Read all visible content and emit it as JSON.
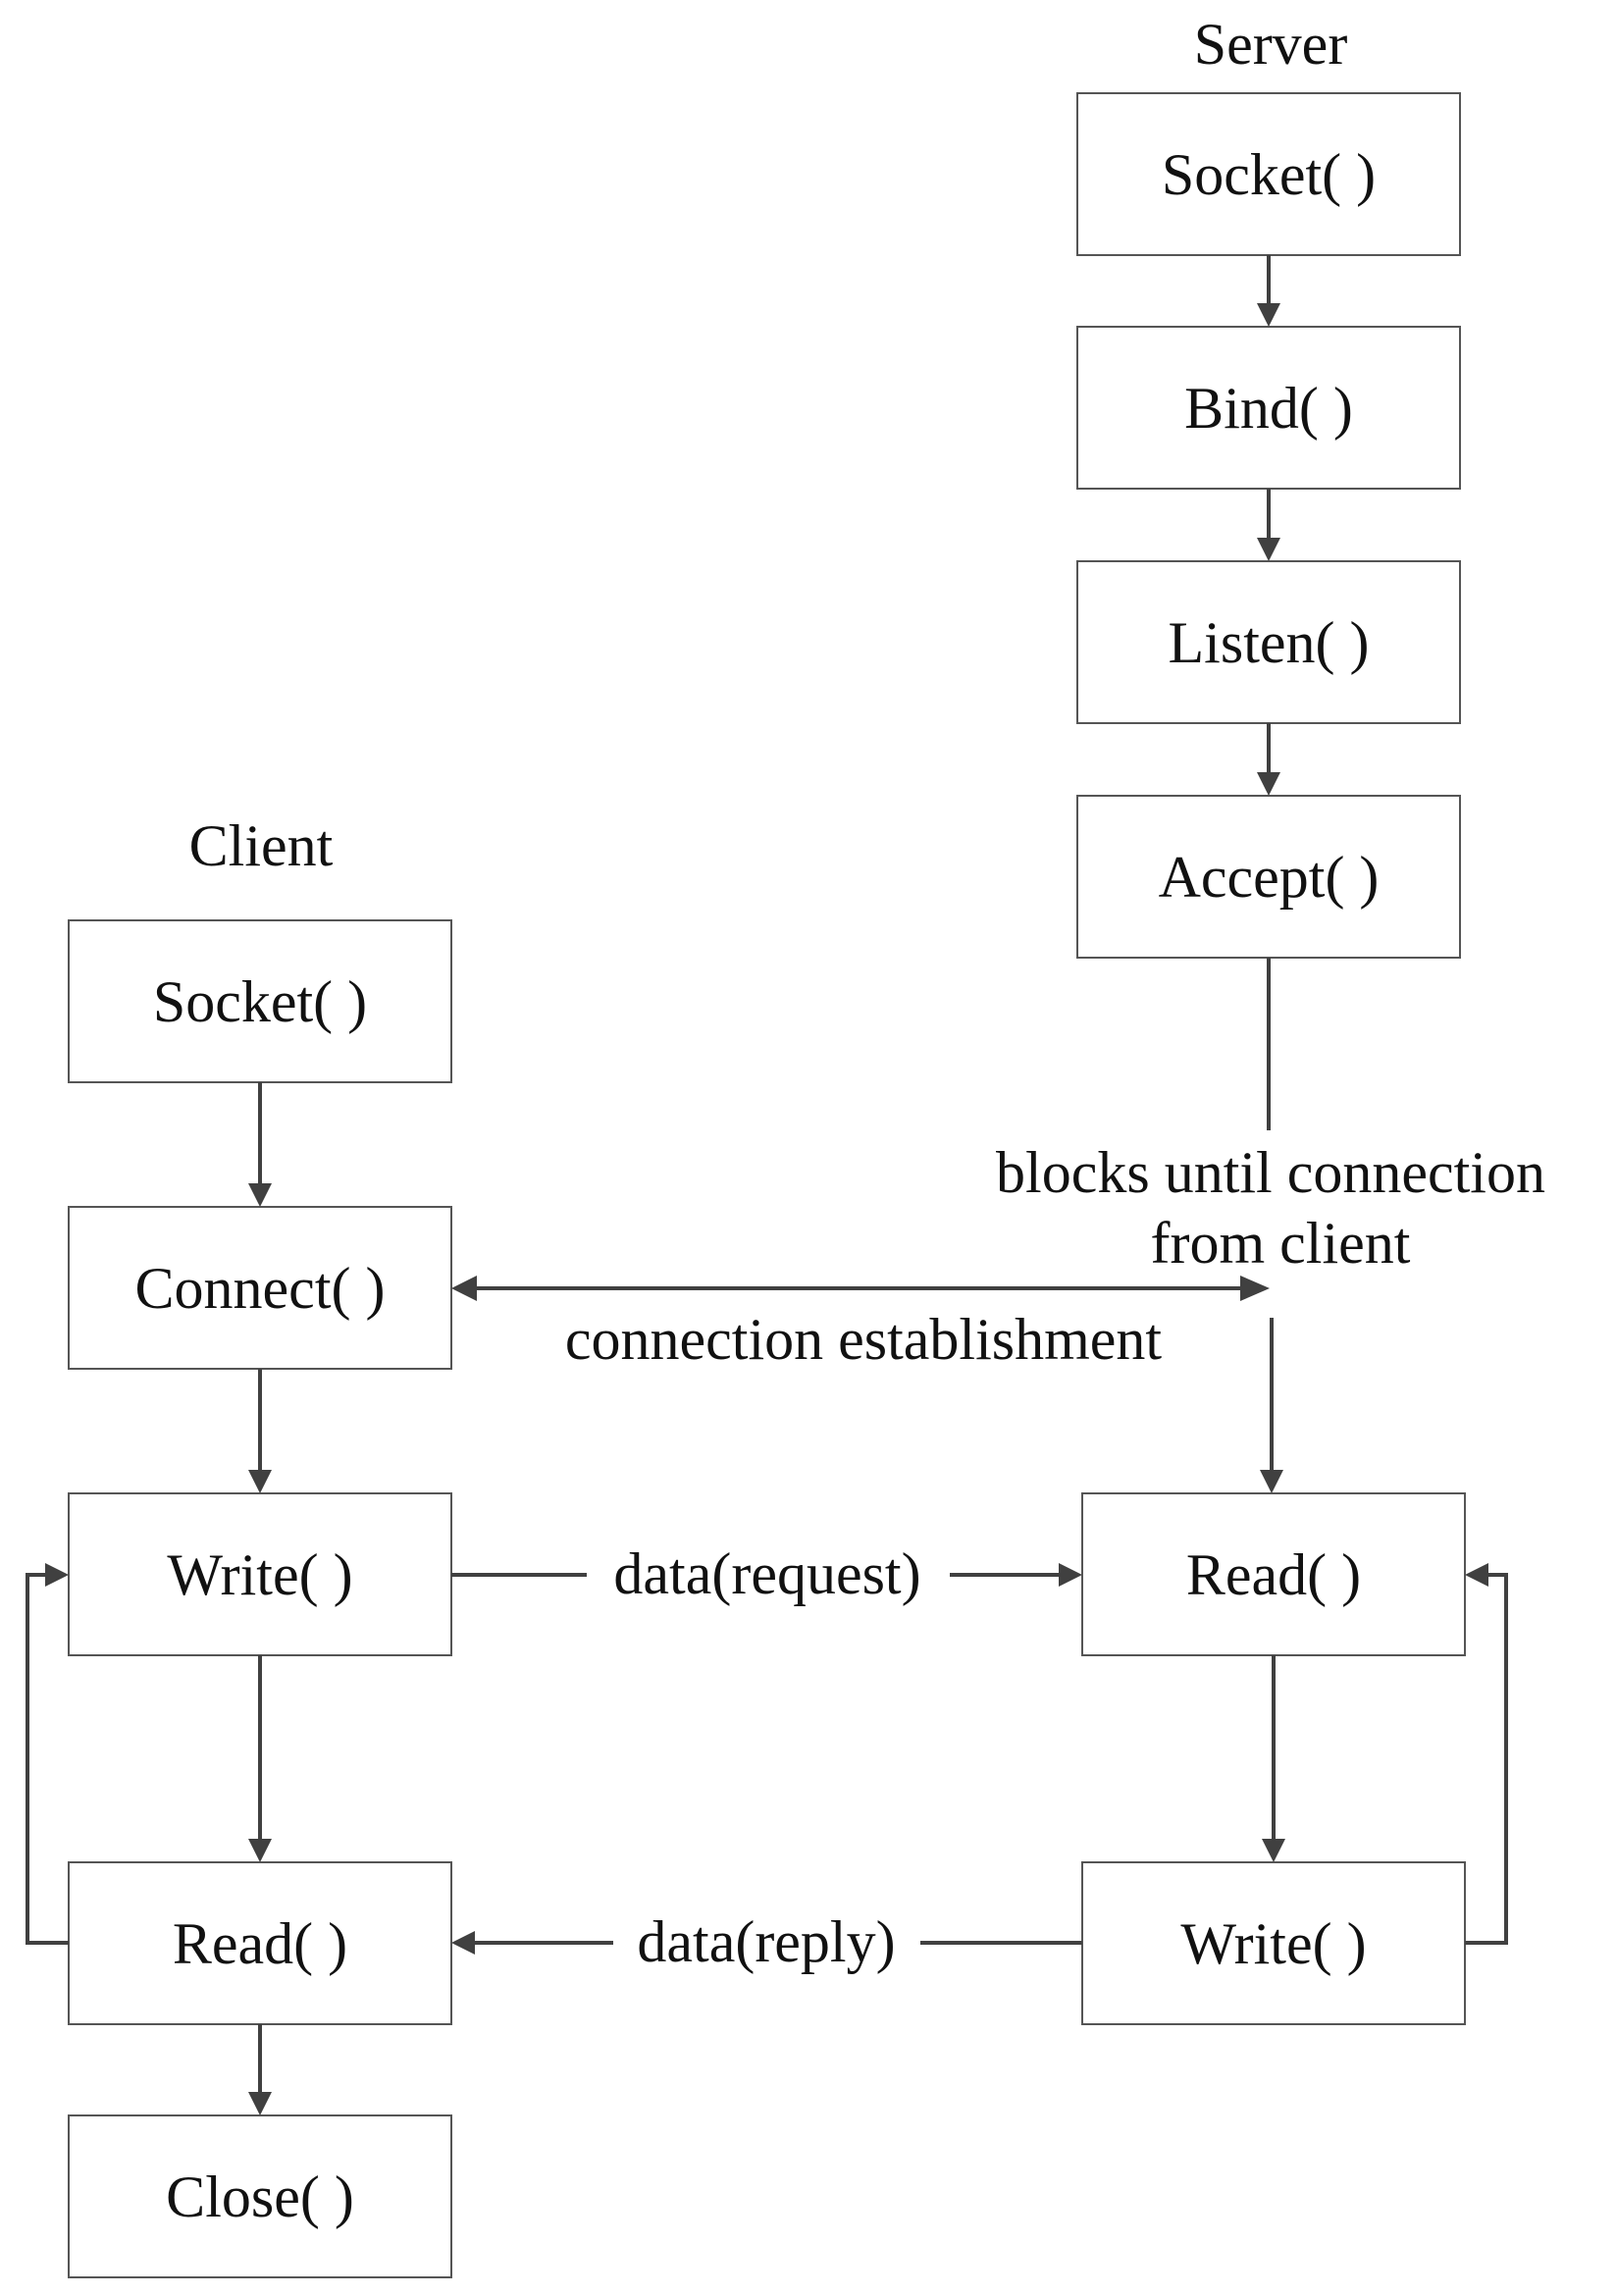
{
  "headers": {
    "server": "Server",
    "client": "Client"
  },
  "server": {
    "socket": "Socket( )",
    "bind": "Bind( )",
    "listen": "Listen( )",
    "accept": "Accept( )",
    "read": "Read( )",
    "write": "Write( )"
  },
  "client": {
    "socket": "Socket( )",
    "connect": "Connect( )",
    "write": "Write( )",
    "read": "Read( )",
    "close": "Close( )"
  },
  "labels": {
    "blocks_line1": "blocks until connection",
    "blocks_line2": "from client",
    "connection": "connection establishment",
    "request": "data(request)",
    "reply": "data(reply)"
  }
}
